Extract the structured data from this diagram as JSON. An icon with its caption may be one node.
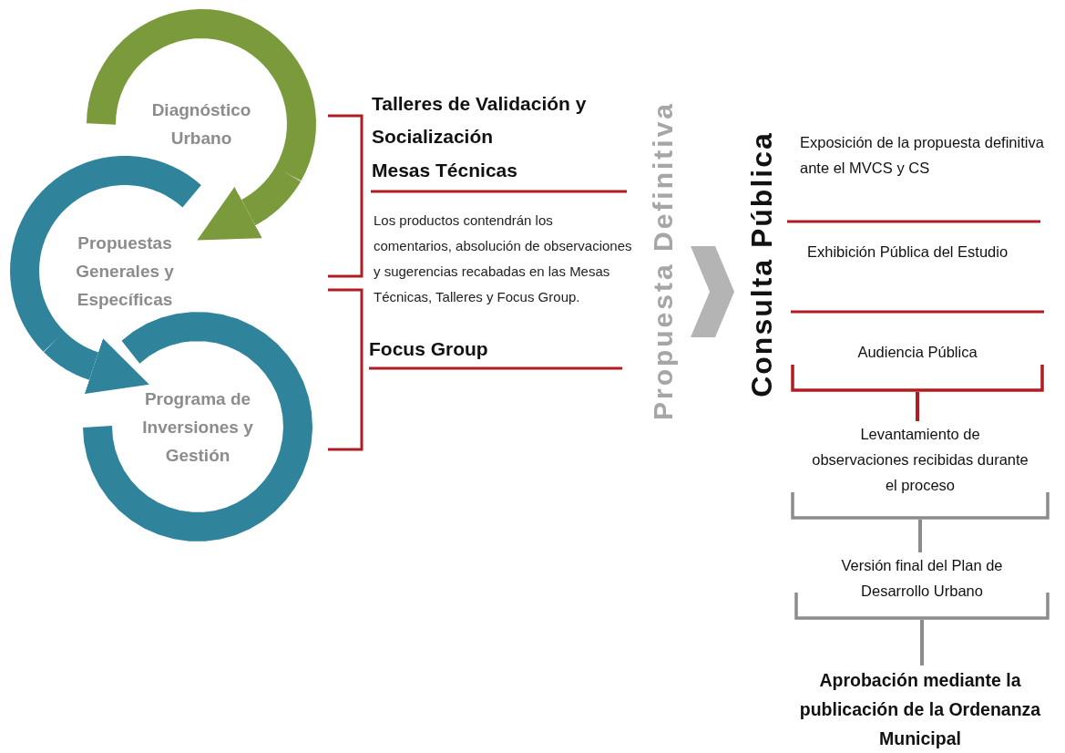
{
  "diagram": {
    "nodes": [
      {
        "text": [
          "Diagnóstico Urbano"
        ]
      },
      {
        "text": [
          "Propuestas Generales y Específicas"
        ]
      },
      {
        "text": [
          "Programa de Inversiones y Gestión"
        ]
      },
      {
        "text": [
          "Exposición de la propuesta definitiva ante el MVCS y CS"
        ]
      },
      {
        "text": [
          "Exhibición Pública del Estudio"
        ]
      },
      {
        "text": [
          "Audiencia Pública"
        ]
      },
      {
        "text": [
          "Levantamiento de observaciones recibidas durante el proceso"
        ]
      },
      {
        "text": [
          "Versión final del Plan de Desarrollo Urbano"
        ]
      },
      {
        "text": [
          "Aprobación mediante la publicación de la Ordenanza Municipal"
        ]
      }
    ],
    "edges": [
      {
        "from": 0,
        "to": 1,
        "arrow": "to",
        "style": "thick",
        "color": "#7a9a3c"
      },
      {
        "from": 1,
        "to": 2,
        "arrow": "to",
        "style": "thick",
        "color": "#2f849c"
      },
      {
        "from": 5,
        "to": 6,
        "arrow": "none",
        "color": "#b01c22"
      },
      {
        "from": 6,
        "to": 7,
        "arrow": "none",
        "color": "#8c8c8c"
      },
      {
        "from": 7,
        "to": 8,
        "arrow": "none",
        "color": "#8c8c8c"
      }
    ],
    "labels": [
      "Talleres de Validación y Socialización",
      "Mesas Técnicas",
      "Los productos contendrán los comentarios, absolución de observaciones y sugerencias recabadas en las Mesas Técnicas, Talleres y Focus Group.",
      "Focus Group",
      "Propuesta Definitiva",
      "Consulta Pública"
    ]
  }
}
